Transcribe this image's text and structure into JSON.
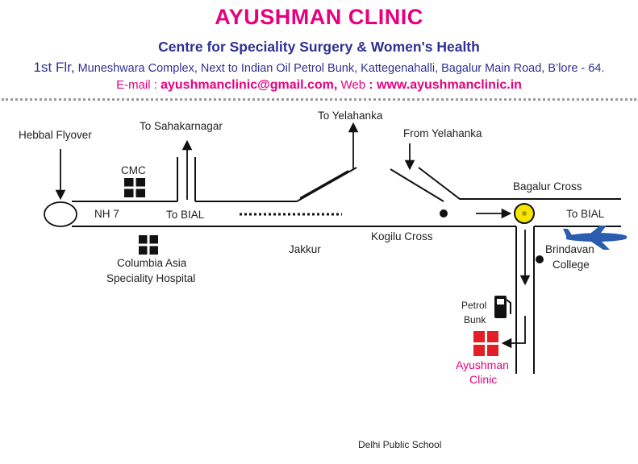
{
  "header": {
    "title": "AYUSHMAN CLINIC",
    "subtitle": "Centre for Speciality Surgery & Women's Health",
    "address_prefix": "1st Flr,",
    "address_rest": " Muneshwara Complex, Next to Indian Oil Petrol Bunk, Kattegenahalli, Bagalur Main Road, B’lore - 64.",
    "email_label": "E-mail : ",
    "email": "ayushmanclinic@gmail.com,",
    "web_label": "  Web ",
    "web": ": www.ayushmanclinic.in"
  },
  "map": {
    "labels": {
      "hebbal": "Hebbal Flyover",
      "sahakarnagar": "To Sahakarnagar",
      "to_yelahanka": "To Yelahanka",
      "from_yelahanka": "From Yelahanka",
      "cmc": "CMC",
      "nh7": "NH 7",
      "to_bial_1": "To BIAL",
      "bagalur_cross": "Bagalur Cross",
      "to_bial_2": "To BIAL",
      "kogilu_cross": "Kogilu Cross",
      "jakkur": "Jakkur",
      "columbia_1": "Columbia Asia",
      "columbia_2": "Speciality Hospital",
      "brindavan_1": "Brindavan",
      "brindavan_2": "College",
      "petrol_1": "Petrol",
      "petrol_2": "Bunk",
      "clinic_1": "Ayushman",
      "clinic_2": "Clinic",
      "dps": "Delhi Public School"
    },
    "colors": {
      "road": "#111111",
      "clinic_cross": "#e31e24",
      "bagalur_marker": "#f5e600",
      "plane": "#2a5db0",
      "brand_pink": "#e6007e",
      "brand_blue": "#2e3192"
    },
    "icons": [
      "hebbal-flyover-icon",
      "cmc-hospital-icon",
      "columbia-hospital-icon",
      "bagalur-cross-marker-icon",
      "airplane-icon",
      "petrol-pump-icon",
      "clinic-cross-icon"
    ]
  }
}
